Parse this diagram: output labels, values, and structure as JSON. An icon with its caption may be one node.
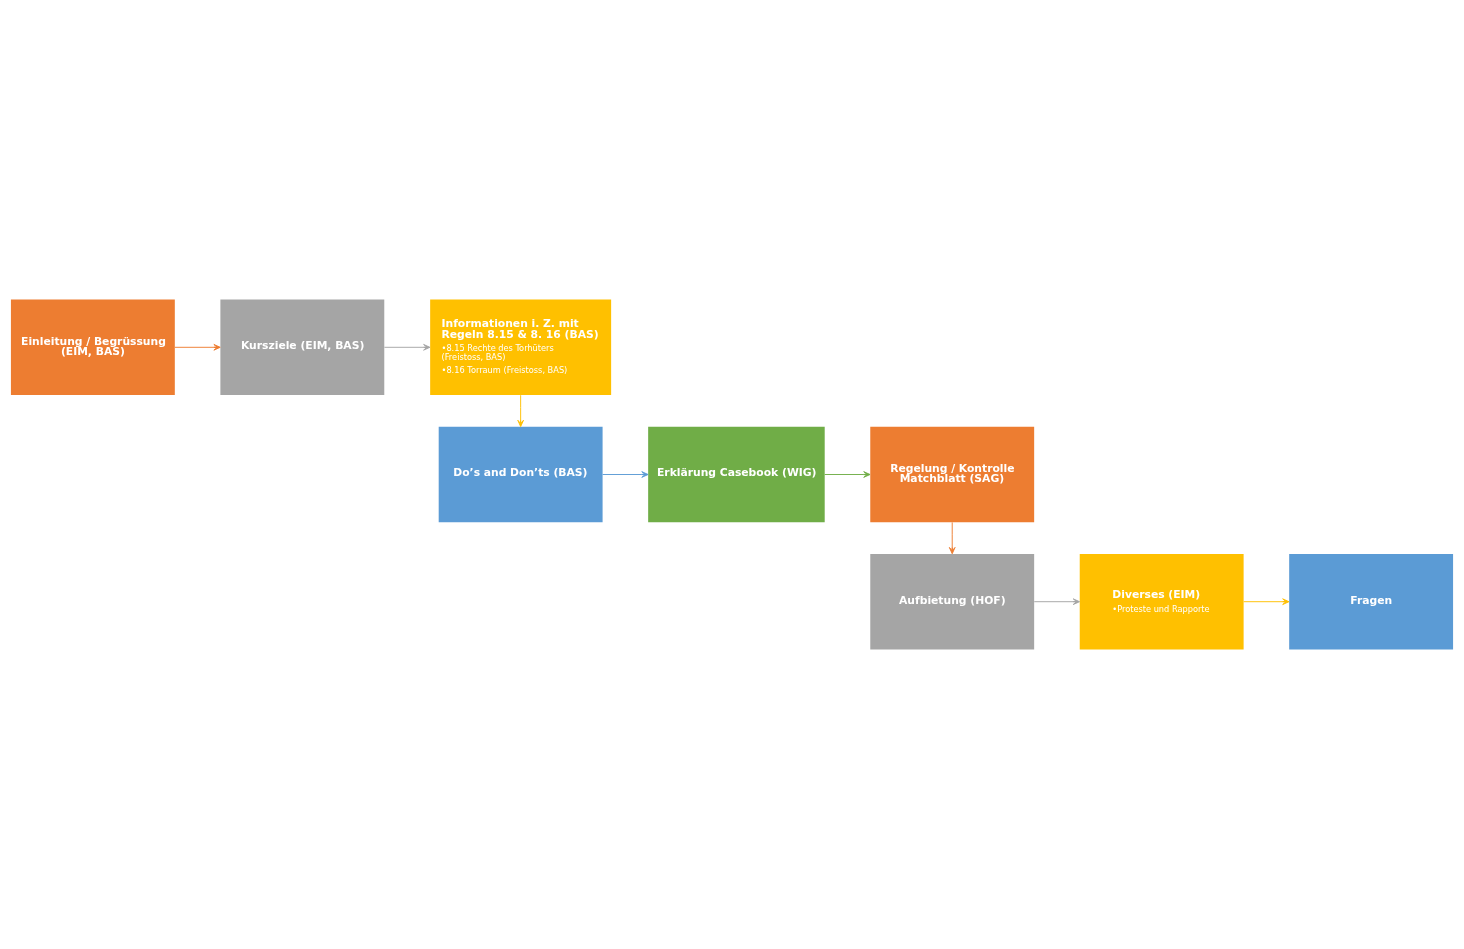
{
  "diagram": {
    "nodes": [
      {
        "text": [
          "Einleitung / Begrüssung (EIM, BAS)"
        ]
      },
      {
        "text": [
          "Kursziele (EIM, BAS)"
        ]
      },
      {
        "text": [
          "Informationen i. Z. mit Regeln 8.15 & 8. 16 (BAS)",
          "•8.15 Rechte des Torhüters (Freistoss, BAS)",
          "•8.16 Torraum (Freistoss, BAS)"
        ]
      },
      {
        "text": [
          "Do’s and Don’ts (BAS)"
        ]
      },
      {
        "text": [
          "Erklärung Casebook (WIG)"
        ]
      },
      {
        "text": [
          "Regelung / Kontrolle Matchblatt (SAG)"
        ]
      },
      {
        "text": [
          "Aufbietung (HOF)"
        ]
      },
      {
        "text": [
          "Diverses (EIM)",
          "•Proteste und Rapporte"
        ]
      },
      {
        "text": [
          "Fragen"
        ]
      }
    ],
    "edges": [
      {
        "from": 0,
        "to": 1,
        "arrow": "to",
        "color": "#ed7d31"
      },
      {
        "from": 1,
        "to": 2,
        "arrow": "to",
        "color": "#a5a5a5"
      },
      {
        "from": 2,
        "to": 3,
        "arrow": "to",
        "color": "#ffc000"
      },
      {
        "from": 3,
        "to": 4,
        "arrow": "to",
        "color": "#5b9bd5"
      },
      {
        "from": 4,
        "to": 5,
        "arrow": "to",
        "color": "#70ad47"
      },
      {
        "from": 5,
        "to": 6,
        "arrow": "to",
        "color": "#ed7d31"
      },
      {
        "from": 6,
        "to": 7,
        "arrow": "to",
        "color": "#a5a5a5"
      },
      {
        "from": 7,
        "to": 8,
        "arrow": "to",
        "color": "#ffc000"
      }
    ]
  }
}
